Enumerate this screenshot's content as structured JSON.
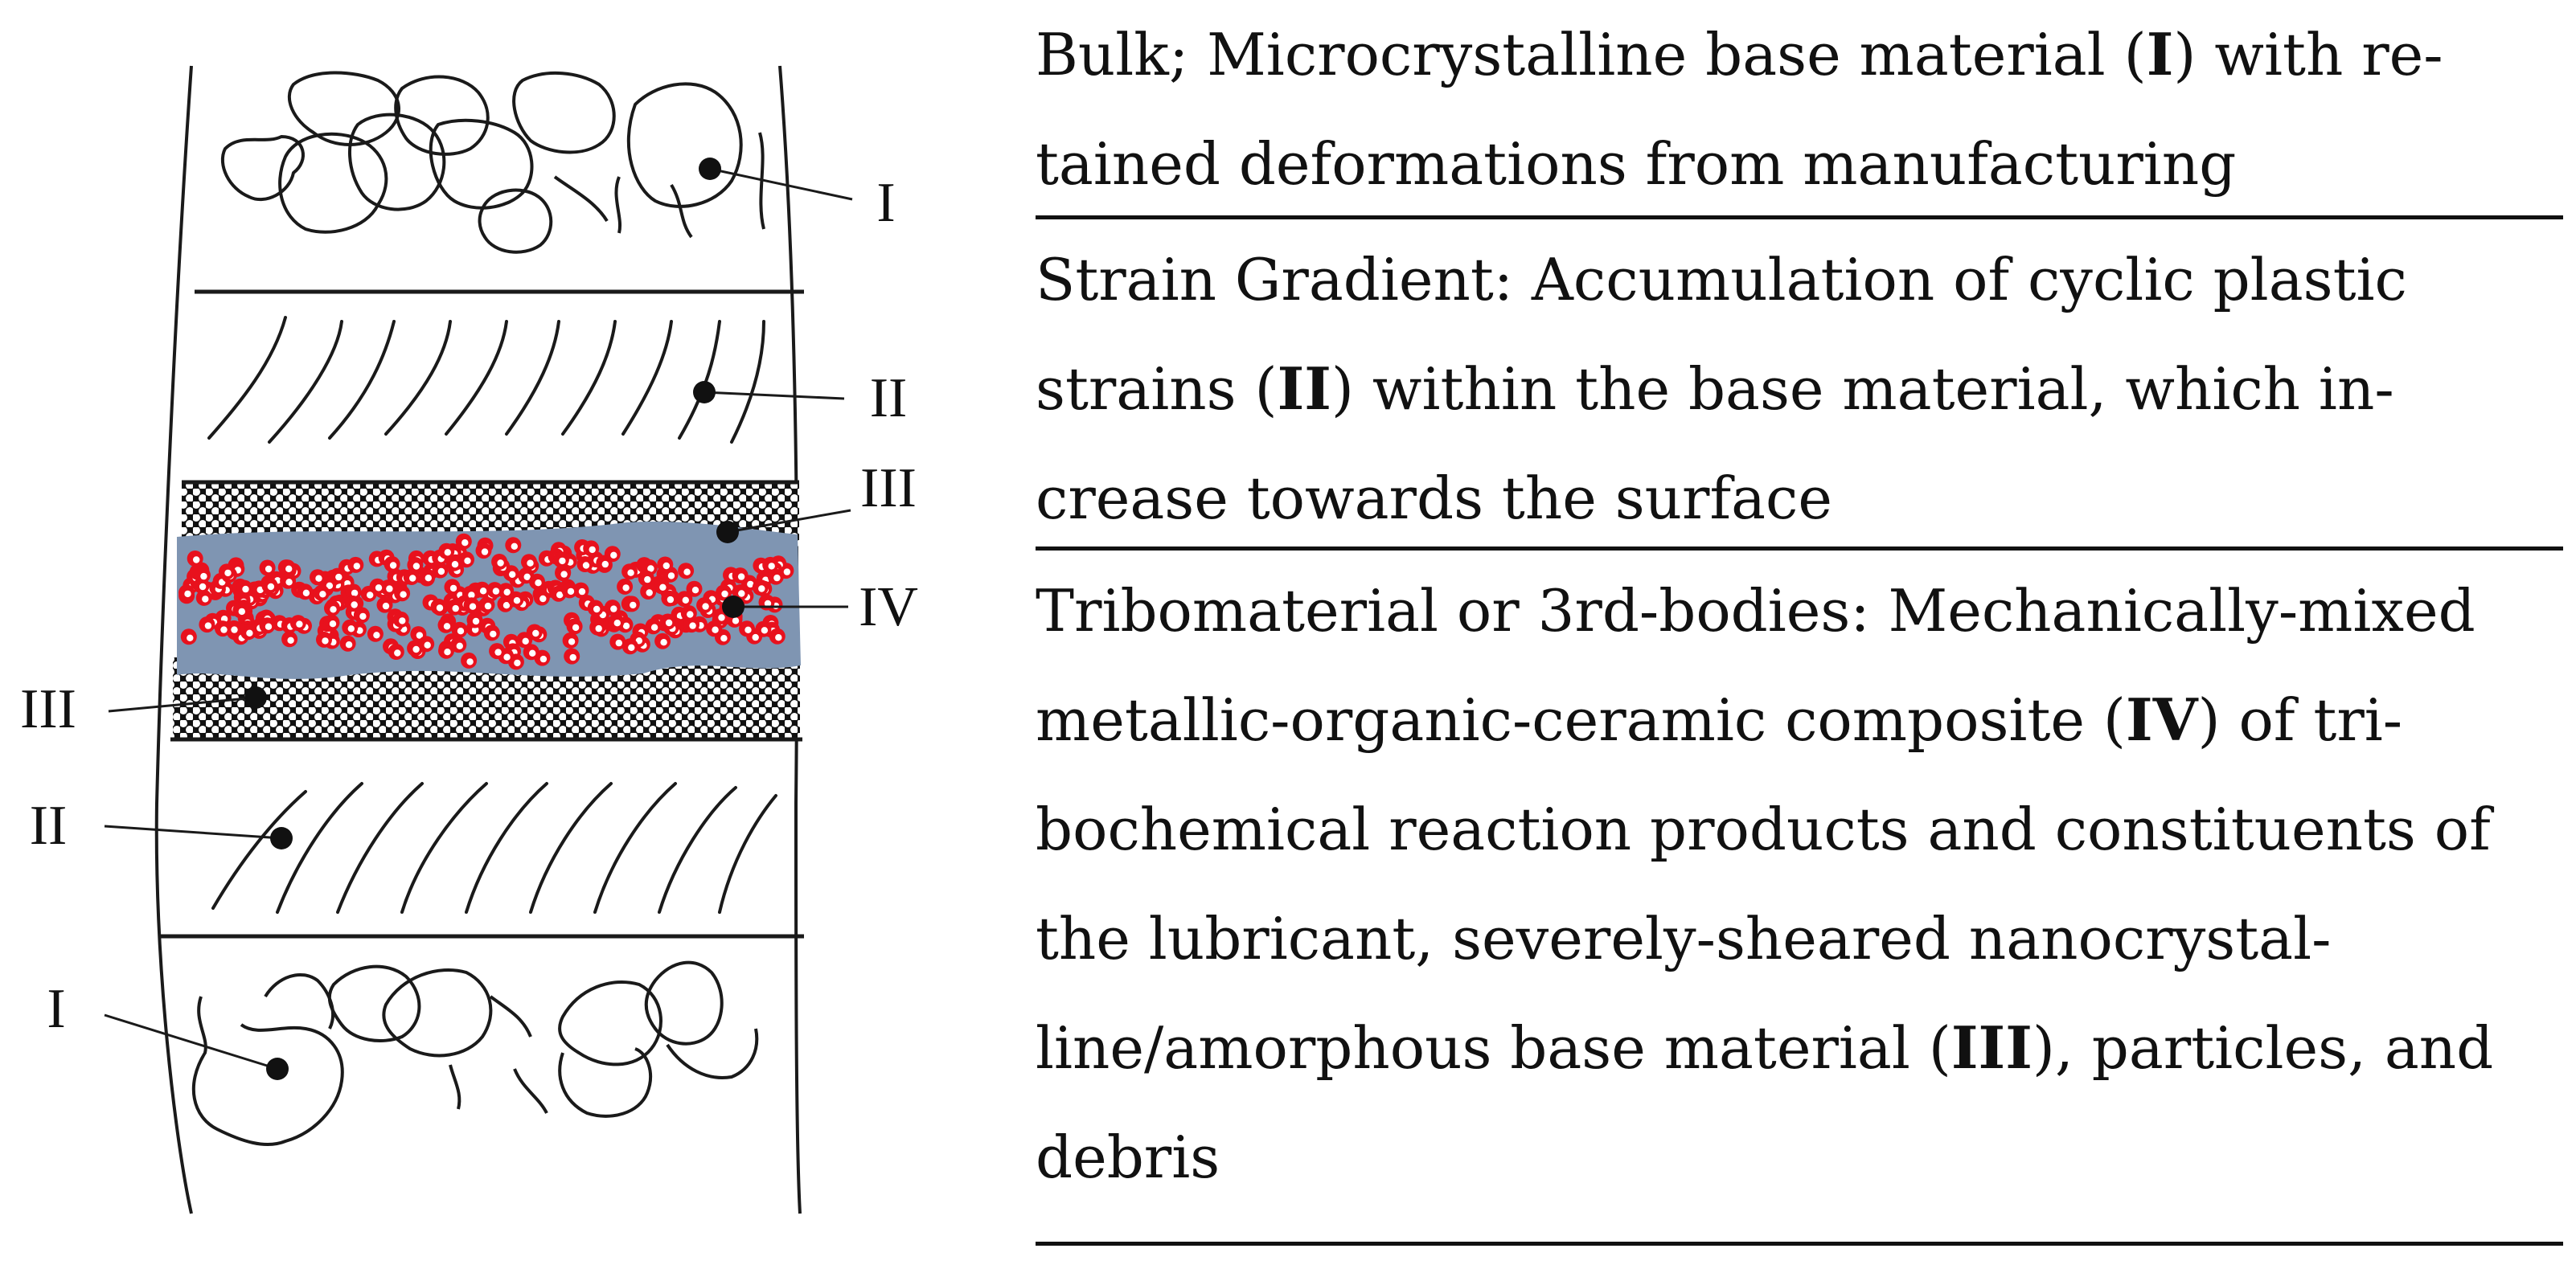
{
  "diagram": {
    "labels": {
      "top_bulk": "I",
      "top_strain": "II",
      "upper_nano": "III",
      "tribomaterial": "IV",
      "lower_nano": "III",
      "bottom_strain": "II",
      "bottom_bulk": "I"
    },
    "colors": {
      "line": "#1a1a1a",
      "tribo_fill": "#7f95b2",
      "particle_fill": "#e8111d",
      "particle_core": "#ffffff",
      "nano_background": "#111111",
      "nano_dot": "#ffffff"
    }
  },
  "rows": [
    {
      "lines": [
        [
          "Bulk; Microcrystalline base material (",
          "I",
          ") with re-"
        ],
        [
          "tained deformations from manufacturing"
        ]
      ]
    },
    {
      "lines": [
        [
          "Strain Gradient: Accumulation of cyclic plastic"
        ],
        [
          "strains (",
          "II",
          ") within the base material, which in-"
        ],
        [
          "crease towards the surface"
        ]
      ]
    },
    {
      "lines": [
        [
          "Tribomaterial or 3rd-bodies: Mechanically-mixed"
        ],
        [
          "metallic-organic-ceramic composite (",
          "IV",
          ") of tri-"
        ],
        [
          "bochemical reaction products and constituents of"
        ],
        [
          "the lubricant, severely-sheared nanocrystal-"
        ],
        [
          "line/amorphous base material (",
          "III",
          "), particles, and"
        ],
        [
          "debris"
        ]
      ]
    }
  ]
}
